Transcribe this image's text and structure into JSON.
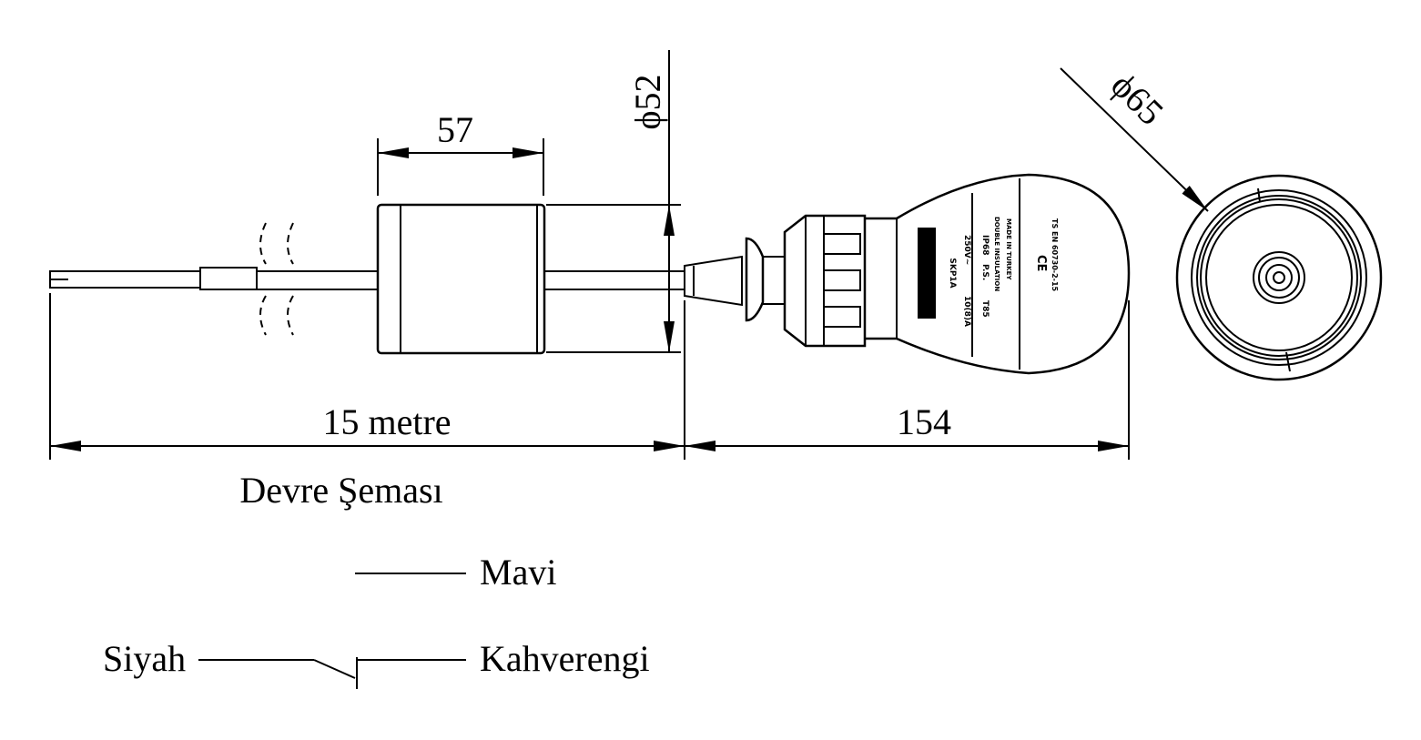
{
  "title": "Devre Şeması",
  "dimensions": {
    "cylinder_length": "57",
    "cylinder_diameter": "ϕ52",
    "cable_length": "15 metre",
    "switch_length": "154",
    "switch_diameter": "ϕ65"
  },
  "device_label": {
    "model": "SKP1A",
    "rating": "10(8)A",
    "voltage": "250V~",
    "temp": "T85",
    "ps": "P.S.",
    "ip": "IP68",
    "insulation": "DOUBLE INSULATION",
    "origin": "MADE IN TURKEY",
    "standard": "TS EN 60730-2-15",
    "ce_mark": "CE"
  },
  "circuit": {
    "blue_wire": "Mavi",
    "black_wire": "Siyah",
    "brown_wire": "Kahverengi"
  }
}
